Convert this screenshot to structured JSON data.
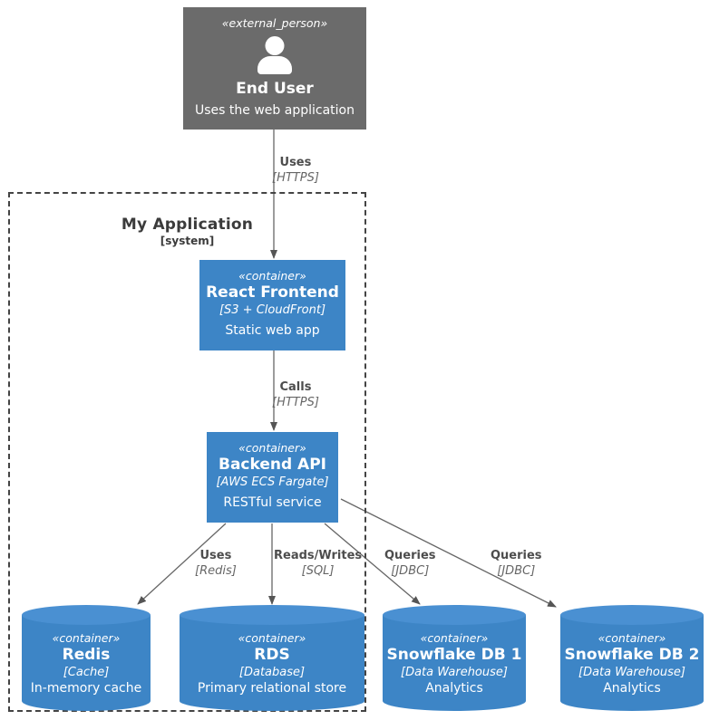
{
  "diagram": {
    "kind": "c4-container-diagram",
    "background": "#ffffff",
    "colors": {
      "container_fill": "#3d85c6",
      "container_top_fill": "#4a90d2",
      "person_fill": "#6b6b6b",
      "node_text": "#ffffff",
      "boundary_stroke": "#444444",
      "edge_stroke": "#666666",
      "edge_label_text": "#4d4d4d",
      "edge_tech_text": "#666666",
      "boundary_label_text": "#3b3b3b"
    }
  },
  "boundary": {
    "name": "My Application",
    "tech": "[system]"
  },
  "nodes": {
    "end_user": {
      "stereotype": "«external_person»",
      "title": "End User",
      "description": "Uses the web application",
      "icon": "person-icon",
      "shape": "person"
    },
    "react_frontend": {
      "stereotype": "«container»",
      "title": "React Frontend",
      "tech": "[S3 + CloudFront]",
      "description": "Static web app",
      "shape": "box"
    },
    "backend_api": {
      "stereotype": "«container»",
      "title": "Backend API",
      "tech": "[AWS ECS Fargate]",
      "description": "RESTful service",
      "shape": "box"
    },
    "redis": {
      "stereotype": "«container»",
      "title": "Redis",
      "tech": "[Cache]",
      "description": "In-memory cache",
      "shape": "cylinder"
    },
    "rds": {
      "stereotype": "«container»",
      "title": "RDS",
      "tech": "[Database]",
      "description": "Primary relational store",
      "shape": "cylinder"
    },
    "snowflake_db_1": {
      "stereotype": "«container»",
      "title": "Snowflake DB 1",
      "tech": "[Data Warehouse]",
      "description": "Analytics",
      "shape": "cylinder"
    },
    "snowflake_db_2": {
      "stereotype": "«container»",
      "title": "Snowflake DB 2",
      "tech": "[Data Warehouse]",
      "description": "Analytics",
      "shape": "cylinder"
    }
  },
  "edges": [
    {
      "id": "user-to-frontend",
      "from": "end_user",
      "to": "react_frontend",
      "label": "Uses",
      "tech": "[HTTPS]"
    },
    {
      "id": "frontend-to-backend",
      "from": "react_frontend",
      "to": "backend_api",
      "label": "Calls",
      "tech": "[HTTPS]"
    },
    {
      "id": "backend-to-redis",
      "from": "backend_api",
      "to": "redis",
      "label": "Uses",
      "tech": "[Redis]"
    },
    {
      "id": "backend-to-rds",
      "from": "backend_api",
      "to": "rds",
      "label": "Reads/Writes",
      "tech": "[SQL]"
    },
    {
      "id": "backend-to-snowflake-1",
      "from": "backend_api",
      "to": "snowflake_db_1",
      "label": "Queries",
      "tech": "[JDBC]"
    },
    {
      "id": "backend-to-snowflake-2",
      "from": "backend_api",
      "to": "snowflake_db_2",
      "label": "Queries",
      "tech": "[JDBC]"
    }
  ]
}
